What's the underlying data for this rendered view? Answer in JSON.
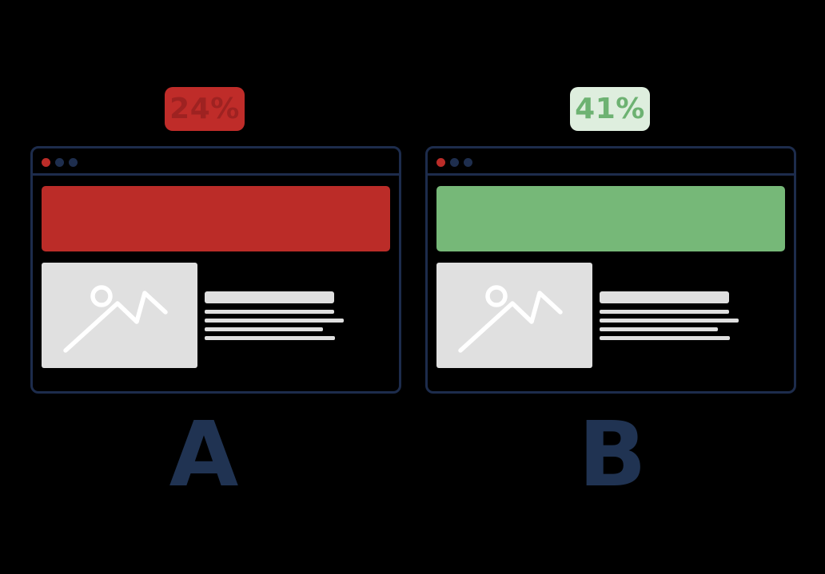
{
  "illustration": {
    "background_color": "#000000",
    "frame_color": "#1d2c4c",
    "letter_color": "#203352",
    "placeholder_color": "#e0e0e0",
    "variants": [
      {
        "label": "A",
        "badge": {
          "text": "24%",
          "bg": "#bf2c29",
          "fg": "#9e2221"
        },
        "banner_color": "#bb2c28",
        "traffic_dot_colors": [
          "#bb2c28",
          "#1e2e4e",
          "#1e2e4e"
        ]
      },
      {
        "label": "B",
        "badge": {
          "text": "41%",
          "bg": "#deeede",
          "fg": "#6db272"
        },
        "banner_color": "#76b878",
        "traffic_dot_colors": [
          "#bb2c28",
          "#1e2e4e",
          "#1e2e4e"
        ]
      }
    ]
  }
}
